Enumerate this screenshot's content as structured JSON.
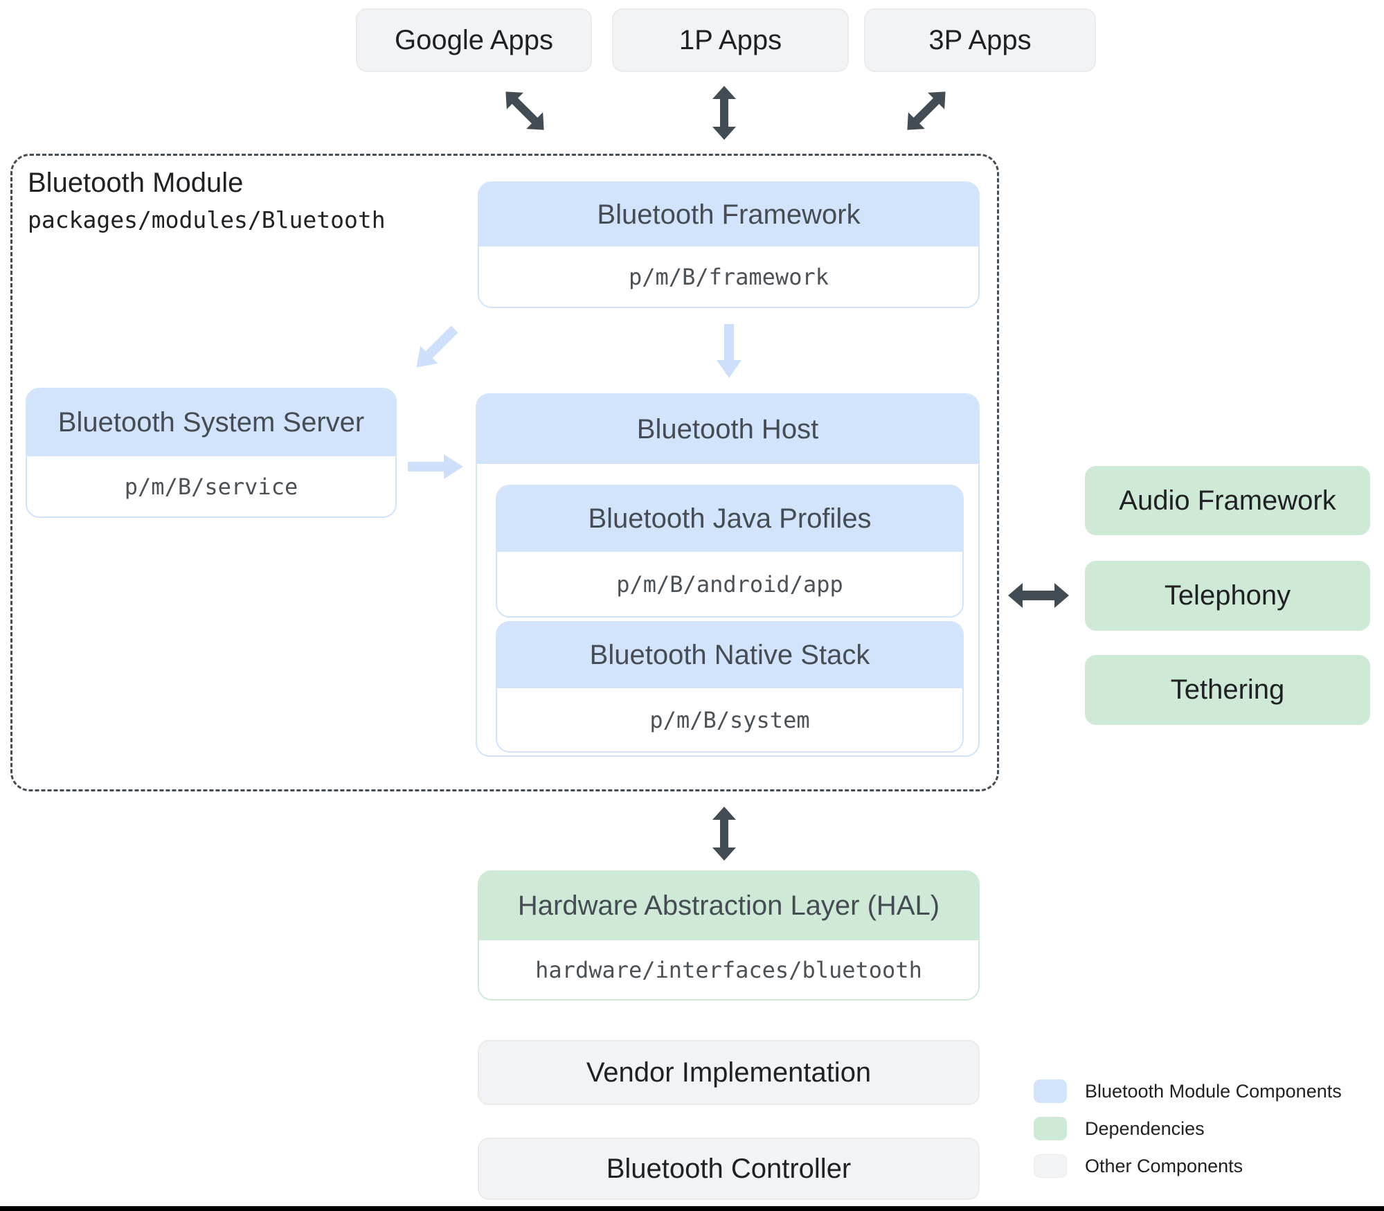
{
  "top_apps": [
    {
      "label": "Google Apps"
    },
    {
      "label": "1P Apps"
    },
    {
      "label": "3P Apps"
    }
  ],
  "module": {
    "title": "Bluetooth Module",
    "path": "packages/modules/Bluetooth",
    "framework": {
      "title": "Bluetooth Framework",
      "path": "p/m/B/framework"
    },
    "system_server": {
      "title": "Bluetooth System Server",
      "path": "p/m/B/service"
    },
    "host": {
      "title": "Bluetooth Host",
      "java_profiles": {
        "title": "Bluetooth Java Profiles",
        "path": "p/m/B/android/app"
      },
      "native_stack": {
        "title": "Bluetooth Native Stack",
        "path": "p/m/B/system"
      }
    }
  },
  "dependencies": [
    {
      "label": "Audio Framework"
    },
    {
      "label": "Telephony"
    },
    {
      "label": "Tethering"
    }
  ],
  "hal": {
    "title": "Hardware Abstraction Layer (HAL)",
    "path": "hardware/interfaces/bluetooth"
  },
  "other_components": [
    {
      "label": "Vendor Implementation"
    },
    {
      "label": "Bluetooth Controller"
    }
  ],
  "legend": [
    {
      "label": "Bluetooth Module Components",
      "color": "#d2e3fc"
    },
    {
      "label": "Dependencies",
      "color": "#ceead6"
    },
    {
      "label": "Other Components",
      "color": "#f1f3f4"
    }
  ],
  "colors": {
    "module_component": "#d2e3fc",
    "dependency": "#ceead6",
    "other_component": "#f1f3f4",
    "arrow_dark": "#414c54",
    "arrow_light": "#cddffb"
  }
}
